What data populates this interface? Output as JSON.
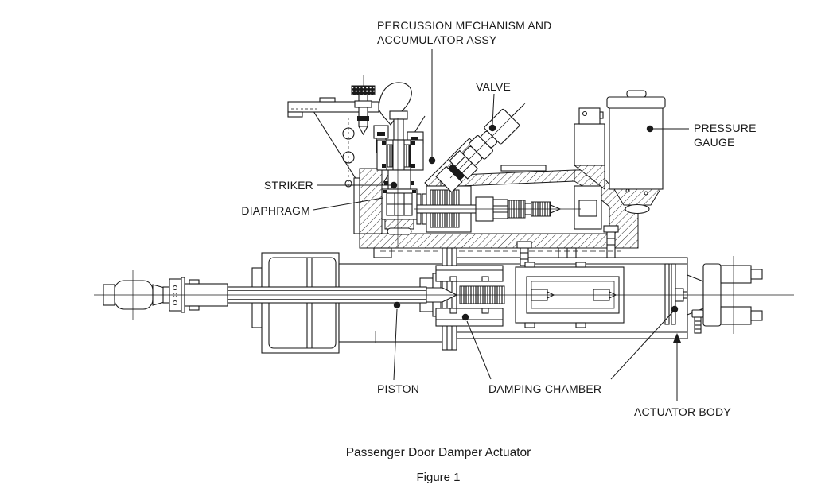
{
  "figure": {
    "caption": {
      "title": "Passenger Door Damper Actuator",
      "number": "Figure 1"
    },
    "callouts": {
      "percussion_mechanism": {
        "line1": "PERCUSSION MECHANISM AND",
        "line2": "ACCUMULATOR ASSY"
      },
      "valve": {
        "label": "VALVE"
      },
      "pressure_gauge": {
        "line1": "PRESSURE",
        "line2": "GAUGE"
      },
      "striker": {
        "label": "STRIKER"
      },
      "diaphragm": {
        "label": "DIAPHRAGM"
      },
      "piston": {
        "label": "PISTON"
      },
      "damping_chamber": {
        "label": "DAMPING CHAMBER"
      },
      "actuator_body": {
        "label": "ACTUATOR BODY"
      }
    },
    "colors": {
      "line": "#1a1a1a",
      "background": "#ffffff"
    }
  }
}
